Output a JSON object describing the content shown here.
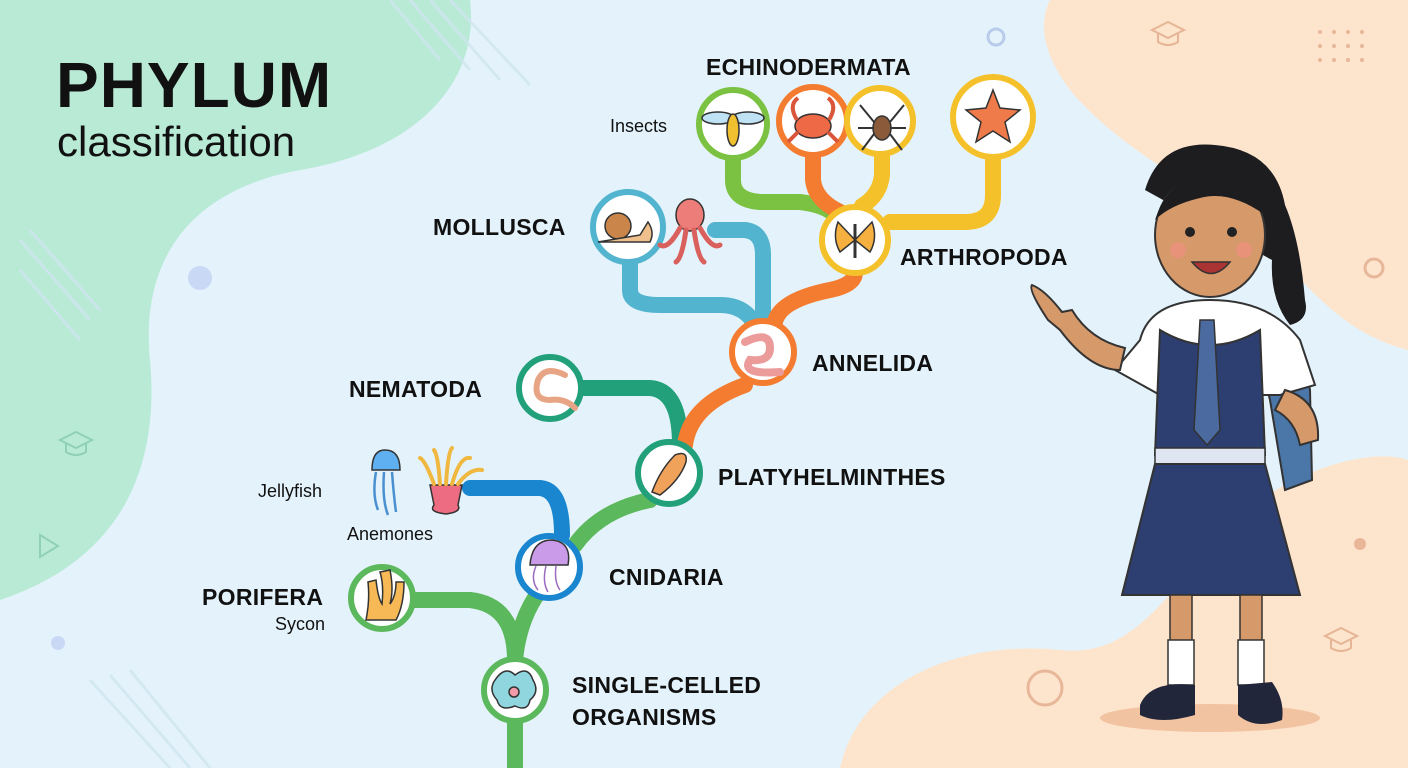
{
  "title": {
    "line1": "PHYLUM",
    "line2": "classification"
  },
  "nodes": {
    "single_celled": {
      "line1": "SINGLE-CELLED",
      "line2": "ORGANISMS"
    },
    "porifera": {
      "label": "PORIFERA",
      "example": "Sycon"
    },
    "cnidaria": {
      "label": "CNIDARIA",
      "examples": [
        "Jellyfish",
        "Anemones"
      ]
    },
    "platyhelminthes": {
      "label": "PLATYHELMINTHES"
    },
    "nematoda": {
      "label": "NEMATODA"
    },
    "annelida": {
      "label": "ANNELIDA"
    },
    "mollusca": {
      "label": "MOLLUSCA"
    },
    "arthropoda": {
      "label": "ARTHROPODA",
      "example": "Insects"
    },
    "echinodermata": {
      "label": "ECHINODERMATA"
    }
  },
  "colors": {
    "background": "#e4f3fb",
    "mint_blob": "#b8ead6",
    "peach_blob": "#fde4cc",
    "green": "#5cb85c",
    "teal": "#22a07a",
    "blue": "#1a86d0",
    "light_blue": "#52b4cf",
    "orange": "#f47c30",
    "yellow": "#f5c12a",
    "lime": "#7cc242"
  }
}
